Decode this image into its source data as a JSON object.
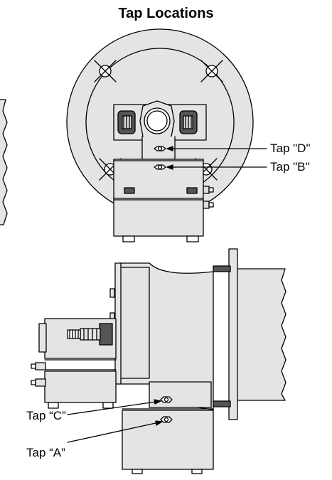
{
  "title": "Tap Locations",
  "labels": {
    "tap_d": "Tap \"D\"",
    "tap_b": "Tap \"B\"",
    "tap_c": "Tap “C”",
    "tap_a": "Tap “A”"
  },
  "colors": {
    "fill": "#e4e4e4",
    "stroke": "#000000",
    "dark": "#555555"
  }
}
